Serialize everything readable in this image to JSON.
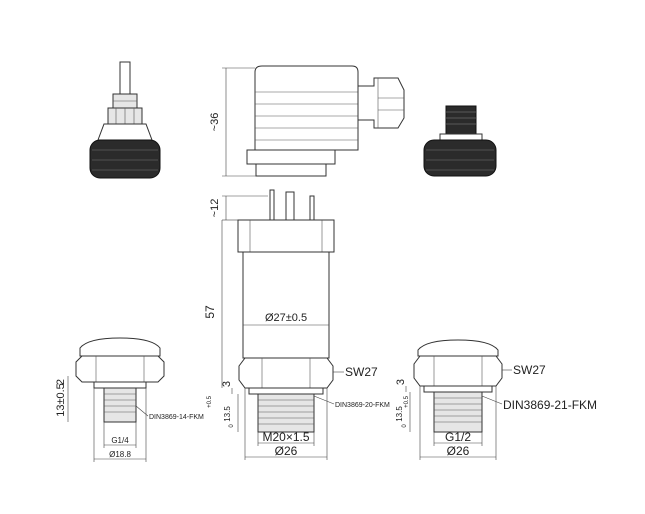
{
  "labels": {
    "dim_36": "~36",
    "dim_12": "~12",
    "dim_57": "57",
    "dia_27": "Ø27±0.5",
    "sw27_center": "SW27",
    "sw27_right": "SW27",
    "dim_3_center": "3",
    "dim_3_right": "3",
    "dim_13_5_center": "13.5",
    "dim_13_5_center_tol": "+0.5",
    "dim_13_5_center_tol2": "0",
    "dim_13_5_right": "13.5",
    "dim_13_5_right_tol": "+0.5",
    "dim_13_5_right_tol2": "0",
    "din_center": "DIN3869-20-FKM",
    "din_right": "DIN3869-21-FKM",
    "din_left": "DIN3869-14-FKM",
    "thread_center": "M20×1.5",
    "thread_right": "G1/2",
    "thread_left": "G1/4",
    "dia_26_center": "Ø26",
    "dia_26_right": "Ø26",
    "dia_18_8": "Ø18.8",
    "dim_13_left": "13±0.5",
    "dim_2_left": "2"
  }
}
